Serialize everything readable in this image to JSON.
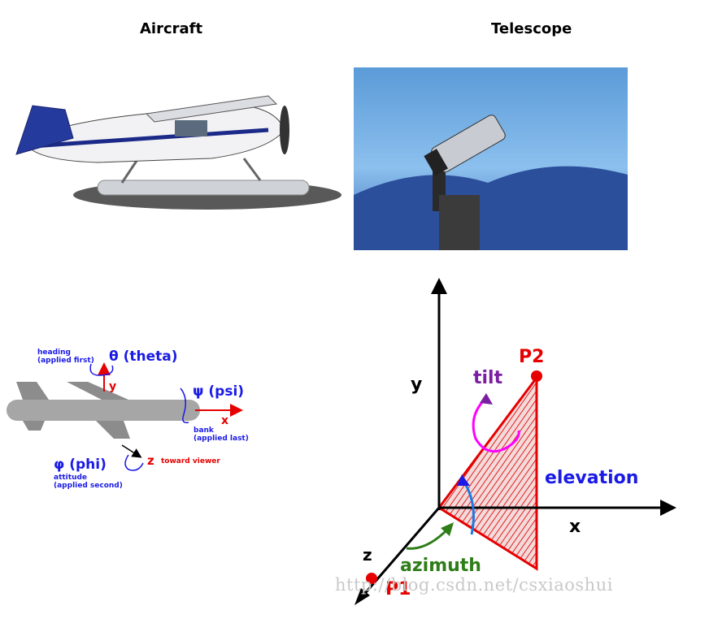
{
  "titles": {
    "left": "Aircraft",
    "right": "Telescope"
  },
  "aircraft_diagram": {
    "heading_note_line1": "heading",
    "heading_note_line2": "(applied first)",
    "theta": "θ (theta)",
    "y": "y",
    "psi": "ψ (psi)",
    "x": "x",
    "bank_line1": "bank",
    "bank_line2": "(applied last)",
    "phi": "φ (phi)",
    "attitude_line1": "attitude",
    "attitude_line2": "(applied second)",
    "z": "z",
    "toward_viewer": "toward viewer"
  },
  "telescope_diagram": {
    "y": "y",
    "x": "x",
    "z": "z",
    "p1": "P1",
    "p2": "P2",
    "tilt": "tilt",
    "elevation": "elevation",
    "azimuth": "azimuth"
  },
  "watermark": "http://blog.csdn.net/csxiaoshui",
  "colors": {
    "blue": "#1a1ae6",
    "red": "#e60000",
    "purple": "#7a1fa2",
    "green": "#2e7d18",
    "magenta": "#ff00ff"
  }
}
